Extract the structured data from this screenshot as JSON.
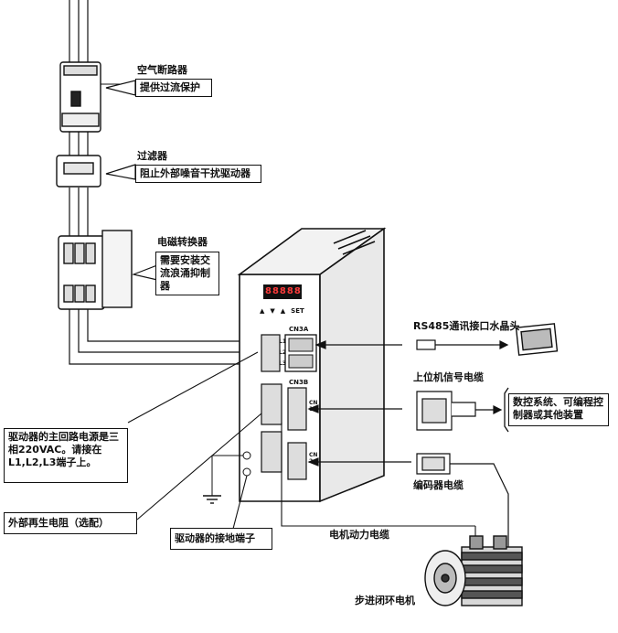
{
  "labels": {
    "breaker_title": "空气断路器",
    "breaker_desc": "提供过流保护",
    "filter_title": "过滤器",
    "filter_desc": "阻止外部噪音干扰驱动器",
    "contactor_title": "电磁转换器",
    "contactor_desc": "需要安装交流浪涌抑制器",
    "rs485": "RS485通讯接口水晶头",
    "host_cable": "上位机信号电缆",
    "controller": "数控系统、可编程控制器或其他装置",
    "encoder_cable": "编码器电缆",
    "power_note": "驱动器的主回路电源是三相220VAC。请接在L1,L2,L3端子上。",
    "regen_resistor": "外部再生电阻（选配）",
    "ground_terminal": "驱动器的接地端子",
    "motor_power_cable": "电机动力电缆",
    "motor": "步进闭环电机"
  },
  "drive_panel": {
    "display_text": "88888",
    "buttons": [
      "▲",
      "▼",
      "▲",
      "SET"
    ],
    "port_cn3a": "CN3A",
    "port_cn3b": "CN3B",
    "cn1_label": "CN\n1",
    "cn2_label": "CN\n2",
    "terminals": [
      "L1",
      "L2",
      "L3"
    ]
  }
}
